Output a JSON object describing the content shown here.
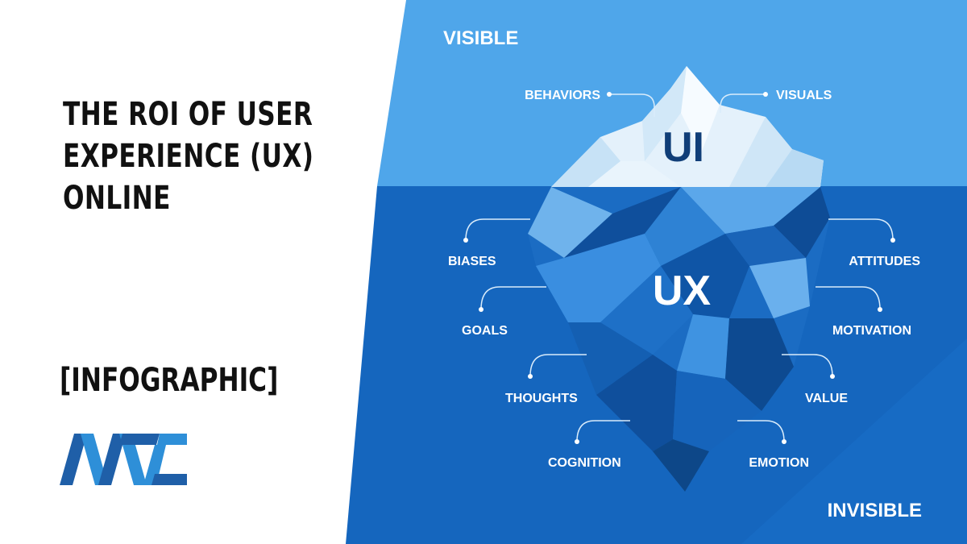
{
  "title_lines": [
    "THE ROI OF USER",
    "EXPERIENCE (UX)",
    "ONLINE"
  ],
  "tag": "[INFOGRAPHIC]",
  "logo": {
    "icon": "mtc-logo-icon",
    "colors": [
      "#1f5fa8",
      "#2e8fd8"
    ]
  },
  "infographic": {
    "visible_label": "VISIBLE",
    "invisible_label": "INVISIBLE",
    "ui_label": "UI",
    "ux_label": "UX",
    "labels": {
      "behaviors": "BEHAVIORS",
      "visuals": "VISUALS",
      "biases": "BIASES",
      "attitudes": "ATTITUDES",
      "goals": "GOALS",
      "motivation": "MOTIVATION",
      "thoughts": "THOUGHTS",
      "value": "VALUE",
      "cognition": "COGNITION",
      "emotion": "EMOTION"
    },
    "colors": {
      "sky": "#4fa6ea",
      "sea": "#1566be",
      "ice_top": "#e7f3fc",
      "ice_deep": "#0e4e94",
      "ui_text": "#103e78"
    }
  }
}
